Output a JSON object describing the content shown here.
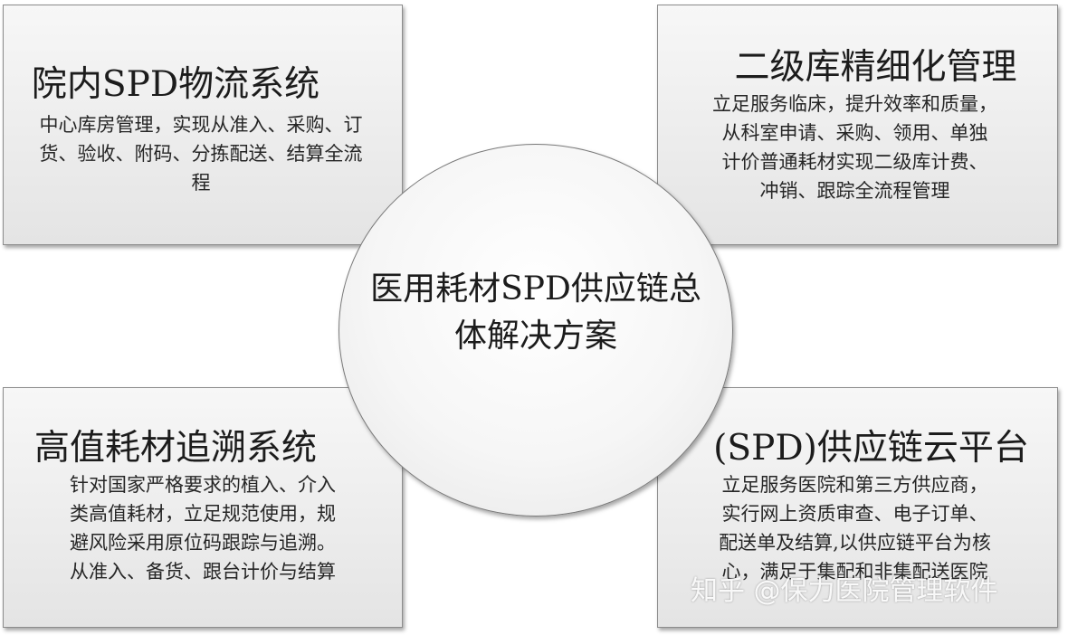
{
  "center": {
    "title_line1": "医用耗材SPD供应链总",
    "title_line2": "体解决方案"
  },
  "cards": {
    "top_left": {
      "title": "院内SPD物流系统",
      "lines": [
        "中心库房管理，实现从准入、采购、订",
        "货、验收、附码、分拣配送、结算全流",
        "程"
      ]
    },
    "top_right": {
      "title": "二级库精细化管理",
      "lines": [
        "立足服务临床，提升效率和质量，",
        "从科室申请、采购、领用、单独",
        "计价普通耗材实现二级库计费、",
        "冲销、跟踪全流程管理"
      ]
    },
    "bottom_left": {
      "title": "高值耗材追溯系统",
      "lines": [
        "针对国家严格要求的植入、介入",
        "类高值耗材，立足规范使用，规",
        "避风险采用原位码跟踪与追溯。",
        "从准入、备货、跟台计价与结算"
      ]
    },
    "bottom_right": {
      "title": "(SPD)供应链云平台",
      "lines": [
        "立足服务医院和第三方供应商，",
        "实行网上资质审查、电子订单、",
        "配送单及结算,以供应链平台为核",
        "心，满足于集配和非集配送医院"
      ]
    }
  },
  "watermark": "知乎 @保力医院管理软件"
}
